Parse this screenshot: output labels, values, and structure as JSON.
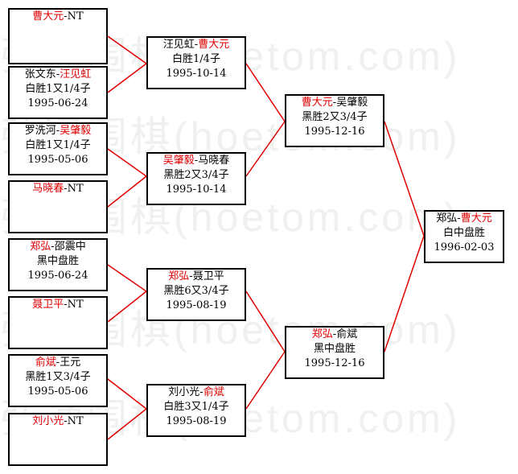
{
  "watermark": "弘通围棋(hoetom.com)",
  "round1": [
    {
      "red": "曹大元",
      "black": "",
      "tail": "-NT"
    },
    {
      "black": "张文东-",
      "red": "汪见虹",
      "result": "白胜1又1/4子",
      "date": "1995-06-24"
    },
    {
      "black": "罗洗河-",
      "red": "吴肇毅",
      "result": "白胜1又1/4子",
      "date": "1995-05-06"
    },
    {
      "red": "马晓春",
      "black": "",
      "tail": "-NT"
    },
    {
      "red": "郑弘",
      "black": "-邵震中",
      "result": "黑中盘胜",
      "date": "1995-06-24"
    },
    {
      "red": "聂卫平",
      "black": "",
      "tail": "-NT"
    },
    {
      "red": "俞斌",
      "black": "-王元",
      "result": "黑胜1又3/4子",
      "date": "1995-05-06"
    },
    {
      "red": "刘小光",
      "black": "",
      "tail": "-NT"
    }
  ],
  "round2": [
    {
      "black": "汪见虹-",
      "red": "曹大元",
      "result": "白胜1/4子",
      "date": "1995-10-14"
    },
    {
      "red": "吴肇毅",
      "black": "-马晓春",
      "result": "黑胜2又3/4子",
      "date": "1995-10-14"
    },
    {
      "red": "郑弘",
      "black": "-聂卫平",
      "result": "黑胜6又3/4子",
      "date": "1995-08-19"
    },
    {
      "black": "刘小光-",
      "red": "俞斌",
      "result": "白胜3又1/4子",
      "date": "1995-08-19"
    }
  ],
  "semis": [
    {
      "red": "曹大元",
      "black": "-吴肇毅",
      "result": "黑胜2又3/4子",
      "date": "1995-12-16"
    },
    {
      "red": "郑弘",
      "black": "-俞斌",
      "result": "黑中盘胜",
      "date": "1995-12-16"
    }
  ],
  "final": {
    "black": "郑弘-",
    "red": "曹大元",
    "result": "白中盘胜",
    "date": "1996-02-03"
  },
  "colors": {
    "winner": "#e00000",
    "connector": "#e00000",
    "border": "#000000"
  }
}
